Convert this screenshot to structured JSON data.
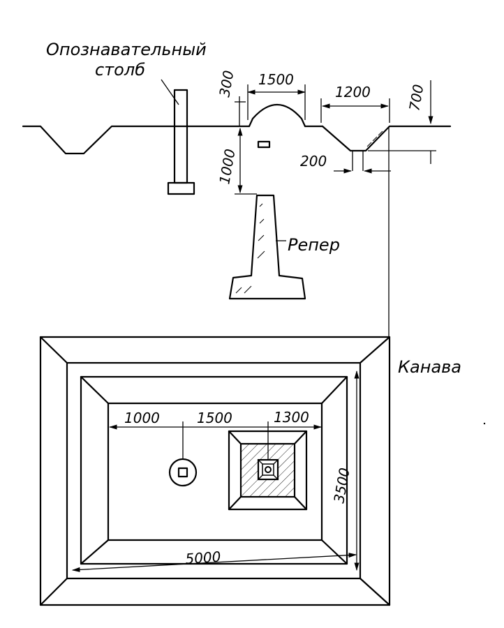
{
  "labels": {
    "marker_post_line1": "Опознавательный",
    "marker_post_line2": "столб",
    "benchmark": "Репер",
    "ditch": "Канава"
  },
  "section_dimensions": {
    "mound_height": "300",
    "mound_width": "1500",
    "ditch_top_width": "1200",
    "ditch_depth": "700",
    "ditch_bottom_width": "200",
    "benchmark_depth": "1000"
  },
  "plan_dimensions": {
    "offset_1": "1000",
    "offset_2": "1500",
    "offset_3": "1300",
    "width": "3500",
    "length": "5000"
  }
}
